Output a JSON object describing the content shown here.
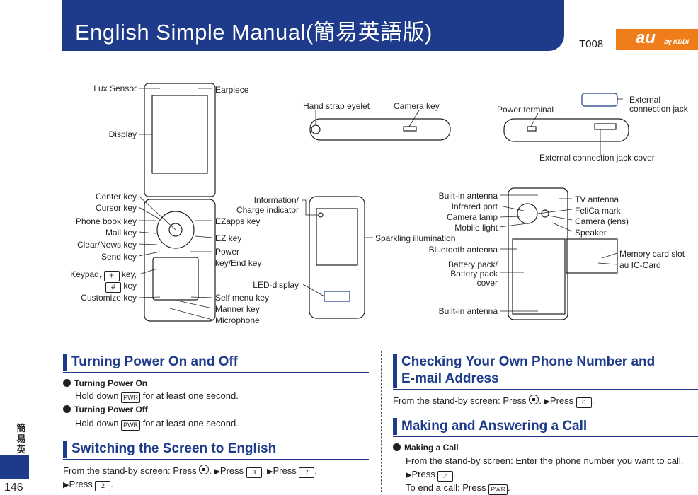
{
  "header": {
    "title": "English Simple Manual(簡易英語版)",
    "model": "T008",
    "logo_au": "au",
    "logo_kddi": "by KDDI",
    "colors": {
      "primary": "#1d3b8a",
      "logo": "#ef7d1a"
    }
  },
  "side": {
    "tab_text": "簡易英語",
    "page_number": "146"
  },
  "phone_front_labels": {
    "lux_sensor": "Lux Sensor",
    "earpiece": "Earpiece",
    "display": "Display",
    "center_key": "Center key",
    "cursor_key": "Cursor key",
    "phone_book_key": "Phone book key",
    "mail_key": "Mail key",
    "clear_news_key": "Clear/News key",
    "send_key": "Send key",
    "keypad_1": "Keypad,",
    "keypad_star": "＊",
    "keypad_2": "key,",
    "keypad_hash": "＃",
    "keypad_3": "key",
    "customize_key": "Customize key",
    "ezapps_key": "EZapps key",
    "ez_key": "EZ key",
    "power_key_1": "Power",
    "power_key_2": "key/End key",
    "self_menu_key": "Self menu key",
    "manner_key": "Manner key",
    "microphone": "Microphone"
  },
  "phone_closed_labels": {
    "information_1": "Information/",
    "information_2": "Charge indicator",
    "sparkling": "Sparkling illumination",
    "led_display": "LED-display"
  },
  "phone_side_labels": {
    "hand_strap": "Hand strap eyelet",
    "camera_key": "Camera key",
    "power_terminal": "Power terminal",
    "external_jack_1": "External",
    "external_jack_2": "connection jack",
    "external_cover": "External connection jack cover"
  },
  "phone_back_labels": {
    "builtin_antenna_top": "Built-in antenna",
    "infrared_port": "Infrared port",
    "camera_lamp": "Camera lamp",
    "mobile_light": "Mobile light",
    "bluetooth_antenna": "Bluetooth antenna",
    "battery_1": "Battery pack/",
    "battery_2": "Battery pack",
    "battery_3": "cover",
    "builtin_antenna_bottom": "Built-in antenna",
    "tv_antenna": "TV antenna",
    "felica_mark": "FeliCa mark",
    "camera_lens": "Camera (lens)",
    "speaker": "Speaker",
    "memory_slot": "Memory card slot",
    "au_ic_card": "au IC-Card"
  },
  "sections": {
    "power": {
      "title": "Turning Power On and Off",
      "on_title": "Turning Power On",
      "on_text_1": "Hold down",
      "on_key": "PWR",
      "on_text_2": "for at least one second.",
      "off_title": "Turning Power Off",
      "off_text_1": "Hold down",
      "off_key": "PWR",
      "off_text_2": "for at least one second."
    },
    "english": {
      "title": "Switching the Screen to English",
      "t1": "From the stand-by screen: Press",
      "t2": ".",
      "t3": "Press",
      "k1": "3",
      "t4": ".",
      "t5": "Press",
      "k2": "7",
      "t6": ".",
      "t7": "Press",
      "k3": "2",
      "t8": "."
    },
    "number": {
      "title_1": "Checking Your Own Phone Number and",
      "title_2": "E-mail Address",
      "t1": "From the stand-by screen: Press",
      "t2": ".",
      "t3": "Press",
      "k1": "0",
      "t4": "."
    },
    "call": {
      "title": "Making and Answering a Call",
      "sub": "Making a Call",
      "t1": "From the stand-by screen: Enter the phone number you want to call.",
      "t2": "Press",
      "t3": ".",
      "t4": "To end a call: Press",
      "k_end": "PWR",
      "t5": "."
    }
  }
}
